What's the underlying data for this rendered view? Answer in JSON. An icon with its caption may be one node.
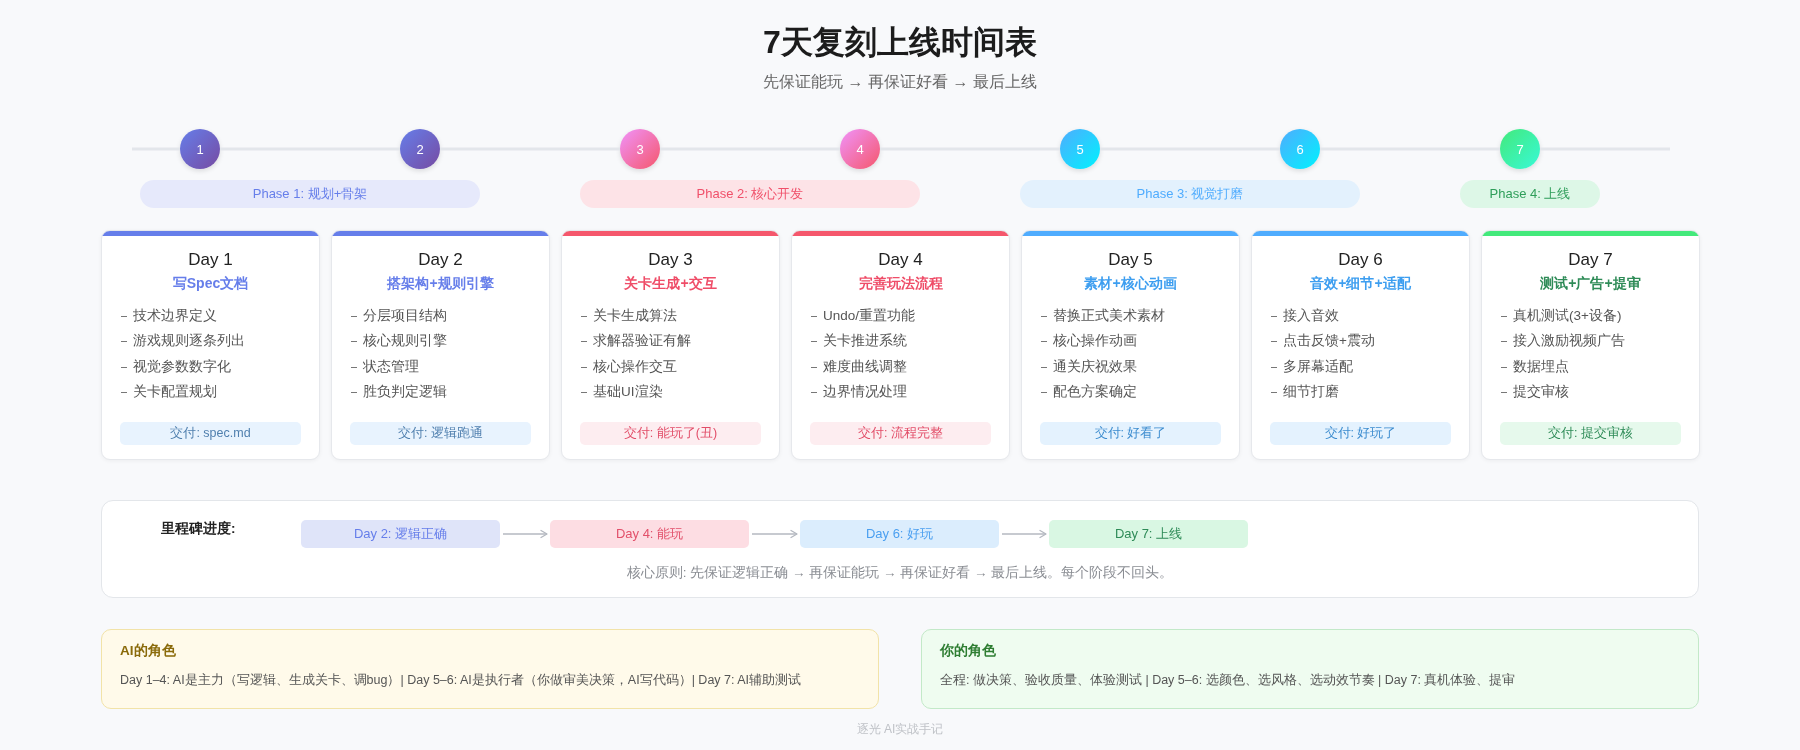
{
  "diagram": {
    "title": "7天复刻上线时间表",
    "nodes": [
      {
        "text": [
          "1"
        ]
      },
      {
        "text": [
          "2"
        ]
      },
      {
        "text": [
          "3"
        ]
      },
      {
        "text": [
          "4"
        ]
      },
      {
        "text": [
          "5"
        ]
      },
      {
        "text": [
          "6"
        ]
      },
      {
        "text": [
          "7"
        ]
      },
      {
        "text": [
          "Phase 1: 规划+骨架"
        ]
      },
      {
        "text": [
          "Phase 2: 核心开发"
        ]
      },
      {
        "text": [
          "Phase 3: 视觉打磨"
        ]
      },
      {
        "text": [
          "Phase 4: 上线"
        ]
      },
      {
        "text": [
          "Day 1",
          "写Spec文档",
          "技术边界定义",
          "游戏规则逐条列出",
          "视觉参数数字化",
          "关卡配置规划"
        ]
      },
      {
        "text": [
          "交付: spec.md"
        ],
        "in": 11
      },
      {
        "text": [
          "Day 2",
          "搭架构+规则引擎",
          "分层项目结构",
          "核心规则引擎",
          "状态管理",
          "胜负判定逻辑"
        ]
      },
      {
        "text": [
          "交付: 逻辑跑通"
        ],
        "in": 13
      },
      {
        "text": [
          "Day 3",
          "关卡生成+交互",
          "关卡生成算法",
          "求解器验证有解",
          "核心操作交互",
          "基础UI渲染"
        ]
      },
      {
        "text": [
          "交付: 能玩了(丑)"
        ],
        "in": 15
      },
      {
        "text": [
          "Day 4",
          "完善玩法流程",
          "Undo/重置功能",
          "关卡推进系统",
          "难度曲线调整",
          "边界情况处理"
        ]
      },
      {
        "text": [
          "交付: 流程完整"
        ],
        "in": 17
      },
      {
        "text": [
          "Day 5",
          "素材+核心动画",
          "替换正式美术素材",
          "核心操作动画",
          "通关庆祝效果",
          "配色方案确定"
        ]
      },
      {
        "text": [
          "交付: 好看了"
        ],
        "in": 19
      },
      {
        "text": [
          "Day 6",
          "音效+细节+适配",
          "接入音效",
          "点击反馈+震动",
          "多屏幕适配",
          "细节打磨"
        ]
      },
      {
        "text": [
          "交付: 好玩了"
        ],
        "in": 21
      },
      {
        "text": [
          "Day 7",
          "测试+广告+提审",
          "真机测试(3+设备)",
          "接入激励视频广告",
          "数据埋点",
          "提交审核"
        ]
      },
      {
        "text": [
          "交付: 提交审核"
        ],
        "in": 23
      },
      {
        "text": [
          "里程碑进度:",
          "核心原则: 先保证逻辑正确 → 再保证能玩 → 再保证好看 → 最后上线。每个阶段不回头。"
        ]
      },
      {
        "text": [
          "Day 2: 逻辑正确"
        ],
        "in": 25
      },
      {
        "text": [
          "Day 4: 能玩"
        ],
        "in": 25
      },
      {
        "text": [
          "Day 6: 好玩"
        ],
        "in": 25
      },
      {
        "text": [
          "Day 7: 上线"
        ],
        "in": 25
      },
      {
        "text": [
          "AI的角色",
          "Day 1–4: AI是主力（写逻辑、生成关卡、调bug）| Day 5–6: AI是执行者（你做审美决策，AI写代码）| Day 7: AI辅助测试"
        ]
      },
      {
        "text": [
          "你的角色",
          "全程: 做决策、验收质量、体验测试 | Day 5–6: 选颜色、选风格、选动效节奏 | Day 7: 真机体验、提审"
        ]
      }
    ],
    "edges": [
      {
        "from": 0,
        "to": 1,
        "arrow": "none"
      },
      {
        "from": 1,
        "to": 2,
        "arrow": "none"
      },
      {
        "from": 2,
        "to": 3,
        "arrow": "none"
      },
      {
        "from": 3,
        "to": 4,
        "arrow": "none"
      },
      {
        "from": 4,
        "to": 5,
        "arrow": "none"
      },
      {
        "from": 5,
        "to": 6,
        "arrow": "none"
      },
      {
        "from": 26,
        "to": 27,
        "arrow": "to",
        "color": "#b4b8c0"
      },
      {
        "from": 27,
        "to": 28,
        "arrow": "to",
        "color": "#b4b8c0"
      },
      {
        "from": 28,
        "to": 29,
        "arrow": "to",
        "color": "#b4b8c0"
      }
    ],
    "labels": [
      "先保证能玩 → 再保证好看 → 最后上线",
      "逐光 AI实战手记"
    ]
  }
}
